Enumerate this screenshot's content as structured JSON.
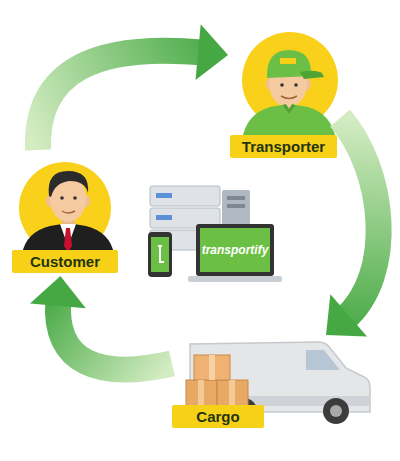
{
  "diagram": {
    "nodes": [
      {
        "text": [
          "Customer"
        ]
      },
      {
        "text": [
          "Transporter"
        ]
      },
      {
        "text": [
          "Cargo"
        ]
      }
    ],
    "edges": [
      {
        "from": 0,
        "to": 1,
        "arrow": "to"
      },
      {
        "from": 1,
        "to": 2,
        "arrow": "to"
      },
      {
        "from": 2,
        "to": 0,
        "arrow": "to"
      }
    ],
    "labels": [
      "transportify"
    ]
  }
}
